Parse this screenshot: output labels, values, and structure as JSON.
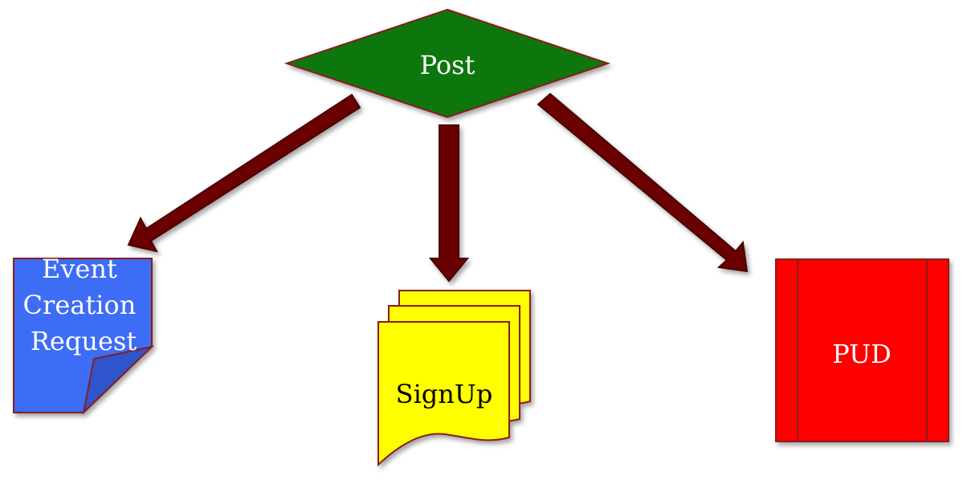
{
  "diagram": {
    "decision": {
      "label": "Post",
      "fill": "#077707"
    },
    "outputs": [
      {
        "id": "event",
        "label_lines": [
          "Event",
          "Creation",
          "Request"
        ],
        "shape": "document-folded-corner",
        "fill": "#3d6cf5"
      },
      {
        "id": "signup",
        "label": "SignUp",
        "shape": "multi-document",
        "fill": "#ffff00"
      },
      {
        "id": "pud",
        "label": "PUD",
        "shape": "predefined-process",
        "fill": "#ff0000"
      }
    ],
    "colors": {
      "arrow": "#6b0000",
      "outline": "#8b1a1a",
      "event_fold": "#2f55cc"
    }
  }
}
